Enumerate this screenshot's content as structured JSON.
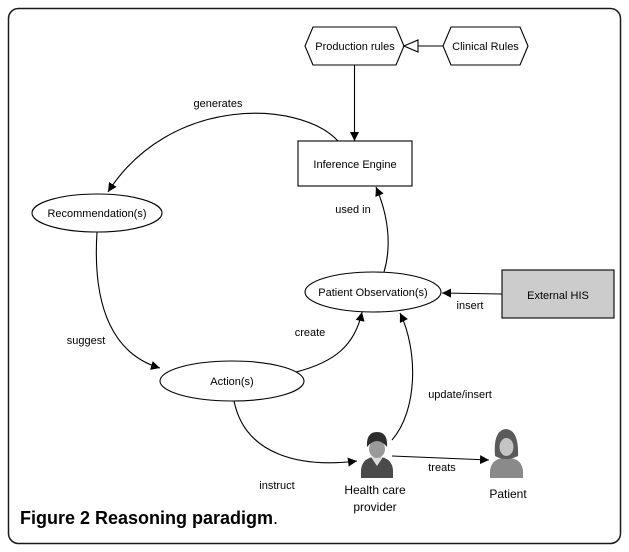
{
  "figure": {
    "nodes": {
      "production_rules": "Production rules",
      "clinical_rules": "Clinical Rules",
      "inference_engine": "Inference Engine",
      "recommendations": "Recommendation(s)",
      "actions": "Action(s)",
      "patient_observations": "Patient Observation(s)",
      "external_his": "External HIS"
    },
    "actors": {
      "health_care_provider": {
        "line1": "Health care",
        "line2": "provider",
        "icon": "health-care-provider-icon"
      },
      "patient": {
        "label": "Patient",
        "icon": "patient-icon"
      }
    },
    "edges": {
      "generates": "generates",
      "used_in": "used in",
      "insert": "insert",
      "suggest": "suggest",
      "create": "create",
      "update_insert": "update/insert",
      "instruct": "instruct",
      "treats": "treats"
    }
  },
  "caption": {
    "label": "Figure 2",
    "title": "Reasoning paradigm",
    "end": "."
  },
  "colors": {
    "external_his_fill": "#cccccc"
  }
}
